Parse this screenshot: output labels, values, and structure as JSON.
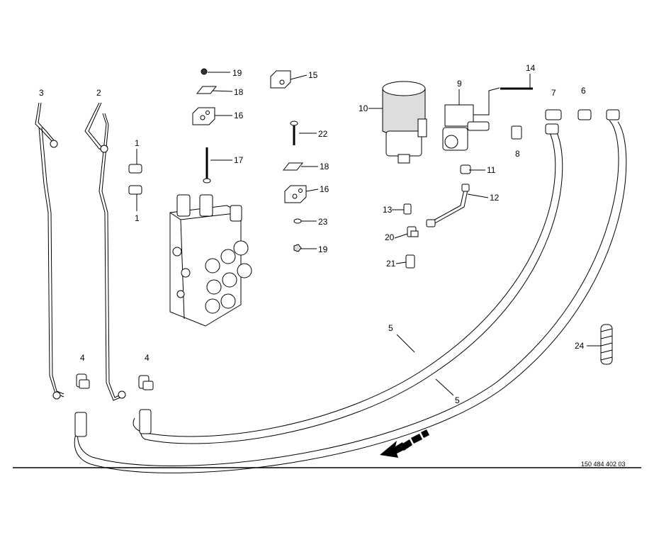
{
  "diagram": {
    "labels": [
      "19",
      "15",
      "18",
      "16",
      "22",
      "17",
      "18",
      "16",
      "23",
      "19",
      "1",
      "1",
      "3",
      "2",
      "4",
      "4",
      "10",
      "9",
      "14",
      "7",
      "6",
      "8",
      "11",
      "12",
      "13",
      "20",
      "21",
      "5",
      "5",
      "24"
    ],
    "drawing_number": "150 484 402 03",
    "direction_arrow": "forward-direction-arrow"
  }
}
